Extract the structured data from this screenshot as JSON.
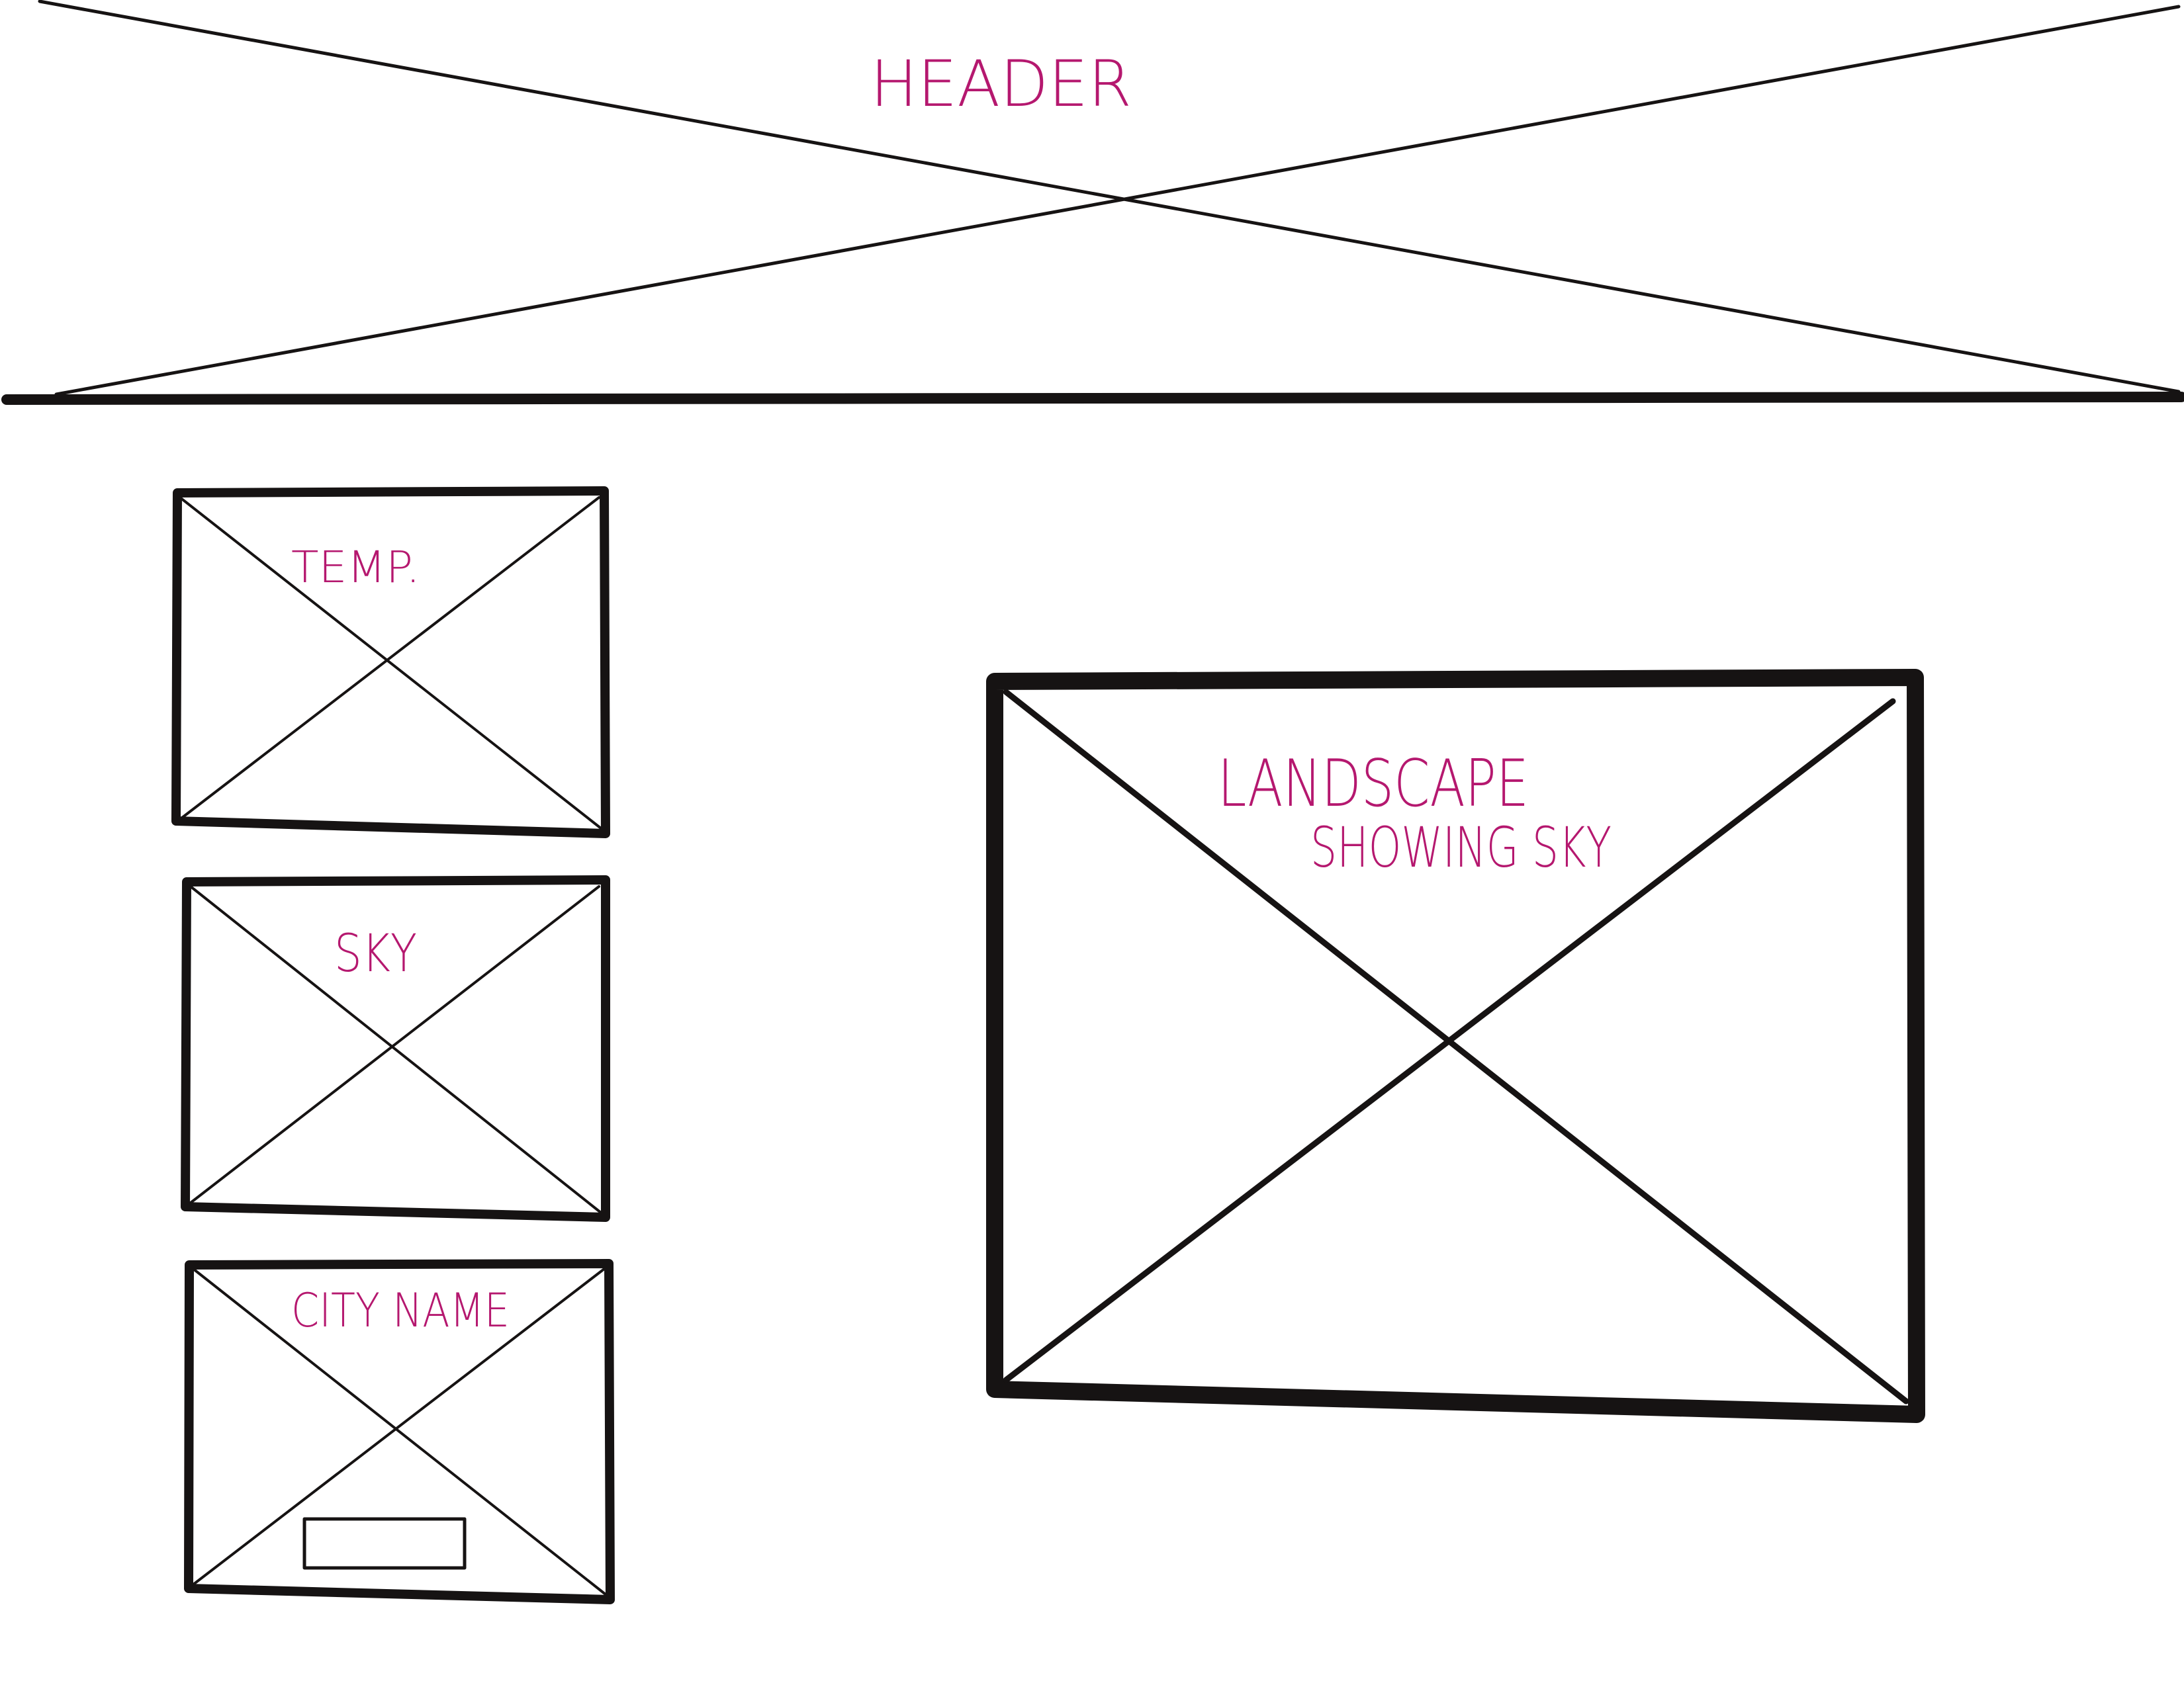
{
  "header": {
    "label": "HEADER"
  },
  "left_column": {
    "temp_box": {
      "label": "TEMP."
    },
    "sky_box": {
      "label": "SKY"
    },
    "city_box": {
      "label": "CITY NAME"
    }
  },
  "hero": {
    "label_line1": "LANDSCAPE",
    "label_line2": "SHOWING SKY"
  },
  "colors": {
    "ink": "#161313",
    "annotation": "#b5186f",
    "background": "#ffffff"
  }
}
